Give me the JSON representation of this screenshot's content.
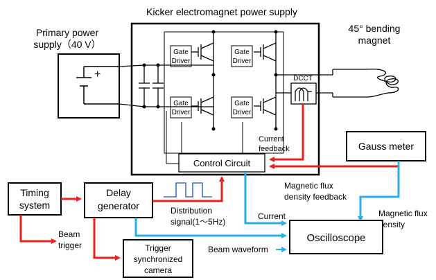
{
  "blocks": {
    "kicker_title": "Kicker electromagnet power supply",
    "primary_line1": "Primary power",
    "primary_line2": "supply（40 V）",
    "magnet_line1": "45°  bending",
    "magnet_line2": "magnet",
    "gate_driver_line1": "Gate",
    "gate_driver_line2": "Driver",
    "dcct": "DCCT",
    "control_circuit": "Control Circuit",
    "gauss_meter": "Gauss meter",
    "timing_line1": "Timing",
    "timing_line2": "system",
    "delay_line1": "Delay",
    "delay_line2": "generator",
    "trigger_cam_line1": "Trigger",
    "trigger_cam_line2": "synchronized",
    "trigger_cam_line3": "camera",
    "oscilloscope": "Oscilloscope"
  },
  "labels": {
    "current_feedback_line1": "Current",
    "current_feedback_line2": "feedback",
    "flux_feedback_line1": "Magnetic flux",
    "flux_feedback_line2": "density feedback",
    "flux_density_line1": "Magnetic flux",
    "flux_density_line2": "density",
    "distribution_line1": "Distribution",
    "distribution_line2": "signal(1～5Hz)",
    "current": "Current",
    "beam_trigger_line1": "Beam",
    "beam_trigger_line2": "trigger",
    "beam_waveform": "Beam waveform",
    "plus_sign": "+"
  },
  "colors": {
    "red": "#e8231f",
    "blue": "#29aee6",
    "pulse": "#3f6fd0",
    "black": "#000000"
  }
}
